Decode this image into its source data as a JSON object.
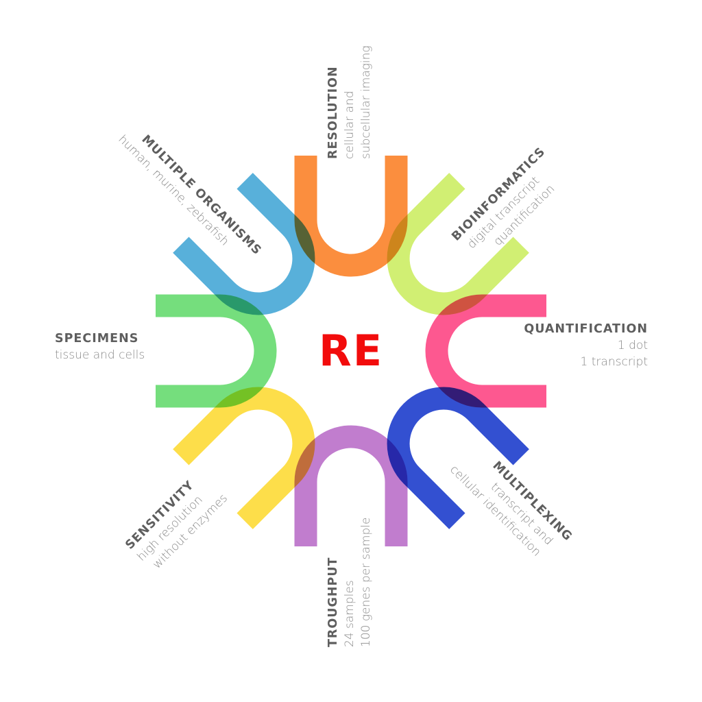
{
  "center": {
    "text": "RE",
    "color": "#f20c0c"
  },
  "bands": [
    {
      "id": "resolution",
      "angle": 0,
      "color": "#fb7a1c"
    },
    {
      "id": "bioinformatics",
      "angle": 45,
      "color": "#c9ec5a"
    },
    {
      "id": "quantification",
      "angle": 90,
      "color": "#fd3a7c"
    },
    {
      "id": "multiplexing",
      "angle": 135,
      "color": "#0f31c9"
    },
    {
      "id": "throughput",
      "angle": 180,
      "color": "#b666c6"
    },
    {
      "id": "sensitivity",
      "angle": 225,
      "color": "#fdd92a"
    },
    {
      "id": "specimens",
      "angle": 270,
      "color": "#5dd866"
    },
    {
      "id": "multiple-organisms",
      "angle": 315,
      "color": "#3aa2d4"
    }
  ],
  "labels": {
    "resolution": {
      "title": "RESOLUTION",
      "lines": [
        "cellular and",
        "subcellular imaging"
      ]
    },
    "bioinformatics": {
      "title": "BIOINFORMATICS",
      "lines": [
        "digital transcript",
        "quantification"
      ]
    },
    "quantification": {
      "title": "QUANTIFICATION",
      "lines": [
        "1 dot",
        "1 transcript"
      ]
    },
    "multiplexing": {
      "title": "MULTIPLEXING",
      "lines": [
        "transcript and",
        "cellular identification"
      ]
    },
    "throughput": {
      "title": "TROUGHPUT",
      "lines": [
        "24 samples",
        "100 genes per sample"
      ]
    },
    "sensitivity": {
      "title": "SENSITIVITY",
      "lines": [
        "high resolution",
        "without enzymes"
      ]
    },
    "specimens": {
      "title": "SPECIMENS",
      "lines": [
        "tissue and cells"
      ]
    },
    "multiple_organisms": {
      "title": "MULTIPLE ORGANISMS",
      "lines": [
        "human, murine, zebrafish"
      ]
    }
  }
}
